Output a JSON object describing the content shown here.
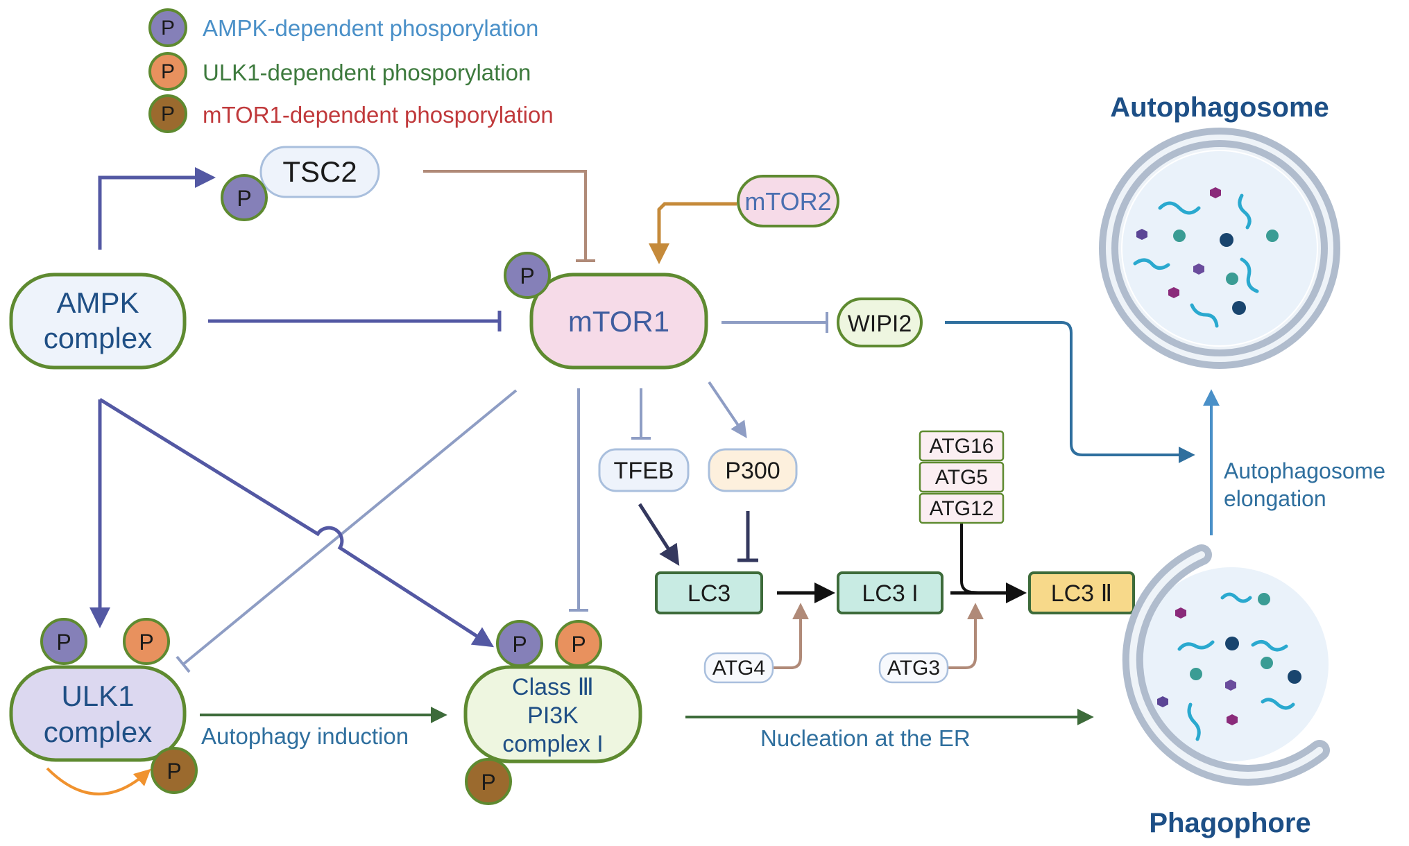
{
  "legend": {
    "items": [
      {
        "marker": "P",
        "label": "AMPK-dependent phosporylation",
        "marker_color": "#8580b8",
        "text_color": "#4a90c8"
      },
      {
        "marker": "P",
        "label": "ULK1-dependent phosporylation",
        "marker_color": "#e8915e",
        "text_color": "#3d7a3d"
      },
      {
        "marker": "P",
        "label": "mTOR1-dependent phosporylation",
        "marker_color": "#9b6a2e",
        "text_color": "#c0393b"
      }
    ]
  },
  "phospho_marker": "P",
  "nodes": {
    "tsc2": "TSC2",
    "ampk_line1": "AMPK",
    "ampk_line2": "complex",
    "mtor1": "mTOR1",
    "mtor2": "mTOR2",
    "wipi2": "WIPI2",
    "tfeb": "TFEB",
    "p300": "P300",
    "atg16": "ATG16",
    "atg5": "ATG5",
    "atg12": "ATG12",
    "lc3": "LC3",
    "lc3_i": "LC3 I",
    "lc3_ii": "LC3 Ⅱ",
    "atg4": "ATG4",
    "atg3": "ATG3",
    "ulk1_line1": "ULK1",
    "ulk1_line2": "complex",
    "pi3k_line1": "Class Ⅲ",
    "pi3k_line2": "PI3K",
    "pi3k_line3": "complex I"
  },
  "labels": {
    "autophagosome": "Autophagosome",
    "phagophore": "Phagophore",
    "elongation_line1": "Autophagosome",
    "elongation_line2": "elongation",
    "autophagy_induction": "Autophagy induction",
    "nucleation": "Nucleation at the ER"
  },
  "colors": {
    "ampk_arrow": "#5358a3",
    "mtor_inhibit": "#8e9dc4",
    "tsc2_inhibit": "#b08a78",
    "mtor2_arrow": "#c58a3a",
    "green_arrow": "#3d6b3a",
    "blue_arrow": "#2f6f9e",
    "title_blue": "#1d4f86",
    "node_outline": "#5e8a30"
  }
}
